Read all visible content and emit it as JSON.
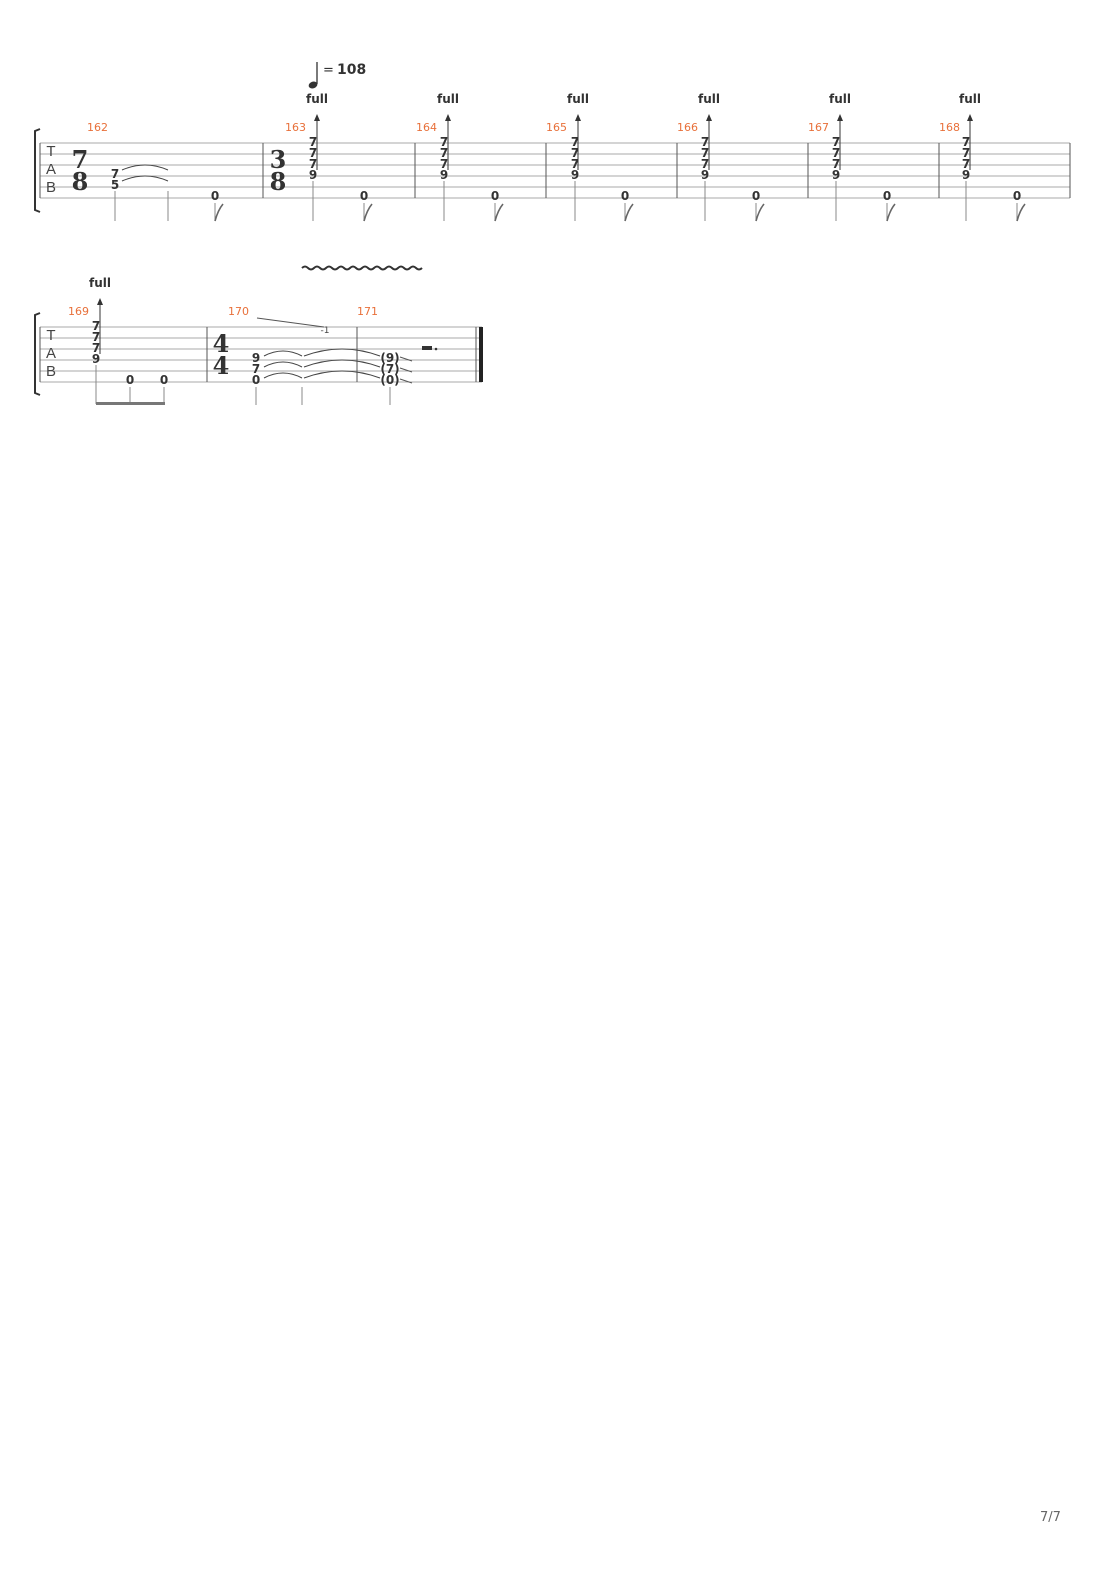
{
  "tempo": {
    "symbol": "quarter-note",
    "equals": "=",
    "bpm": "108"
  },
  "bend_label": "full",
  "tab_clef": [
    "T",
    "A",
    "B"
  ],
  "page_number": "7/7",
  "colors": {
    "measure_number": "#e8703a",
    "ink": "#333333",
    "staff_line": "#aaaaaa",
    "stem": "#888888"
  },
  "systems": [
    {
      "measures": [
        {
          "number": "162",
          "time_signature": [
            "7",
            "8"
          ],
          "frets": [
            {
              "string": 4,
              "text": "7"
            },
            {
              "string": 5,
              "text": "5"
            },
            {
              "string": 6,
              "text": "0"
            }
          ],
          "bend": false
        },
        {
          "number": "163",
          "time_signature": [
            "3",
            "8"
          ],
          "frets": [
            {
              "string": 1,
              "text": "7"
            },
            {
              "string": 2,
              "text": "7"
            },
            {
              "string": 3,
              "text": "7"
            },
            {
              "string": 4,
              "text": "9"
            },
            {
              "string": 6,
              "text": "0"
            }
          ],
          "bend": true
        },
        {
          "number": "164",
          "frets": [
            {
              "string": 1,
              "text": "7"
            },
            {
              "string": 2,
              "text": "7"
            },
            {
              "string": 3,
              "text": "7"
            },
            {
              "string": 4,
              "text": "9"
            },
            {
              "string": 6,
              "text": "0"
            }
          ],
          "bend": true
        },
        {
          "number": "165",
          "frets": [
            {
              "string": 1,
              "text": "7"
            },
            {
              "string": 2,
              "text": "7"
            },
            {
              "string": 3,
              "text": "7"
            },
            {
              "string": 4,
              "text": "9"
            },
            {
              "string": 6,
              "text": "0"
            }
          ],
          "bend": true
        },
        {
          "number": "166",
          "frets": [
            {
              "string": 1,
              "text": "7"
            },
            {
              "string": 2,
              "text": "7"
            },
            {
              "string": 3,
              "text": "7"
            },
            {
              "string": 4,
              "text": "9"
            },
            {
              "string": 6,
              "text": "0"
            }
          ],
          "bend": true
        },
        {
          "number": "167",
          "frets": [
            {
              "string": 1,
              "text": "7"
            },
            {
              "string": 2,
              "text": "7"
            },
            {
              "string": 3,
              "text": "7"
            },
            {
              "string": 4,
              "text": "9"
            },
            {
              "string": 6,
              "text": "0"
            }
          ],
          "bend": true
        },
        {
          "number": "168",
          "frets": [
            {
              "string": 1,
              "text": "7"
            },
            {
              "string": 2,
              "text": "7"
            },
            {
              "string": 3,
              "text": "7"
            },
            {
              "string": 4,
              "text": "9"
            },
            {
              "string": 6,
              "text": "0"
            }
          ],
          "bend": true
        }
      ]
    },
    {
      "measures": [
        {
          "number": "169",
          "frets": [
            {
              "string": 1,
              "text": "7"
            },
            {
              "string": 2,
              "text": "7"
            },
            {
              "string": 3,
              "text": "7"
            },
            {
              "string": 4,
              "text": "9"
            },
            {
              "string": 6,
              "text": "0"
            },
            {
              "string": 6,
              "text": "0"
            }
          ],
          "bend": true
        },
        {
          "number": "170",
          "time_signature": [
            "4",
            "4"
          ],
          "frets": [
            {
              "string": 4,
              "text": "9"
            },
            {
              "string": 5,
              "text": "7"
            },
            {
              "string": 6,
              "text": "0"
            }
          ],
          "whammy_value": "-1",
          "bend": false
        },
        {
          "number": "171",
          "frets": [
            {
              "string": 4,
              "text": "(9)"
            },
            {
              "string": 5,
              "text": "(7)"
            },
            {
              "string": 6,
              "text": "(0)"
            }
          ],
          "bend": false
        }
      ]
    }
  ]
}
